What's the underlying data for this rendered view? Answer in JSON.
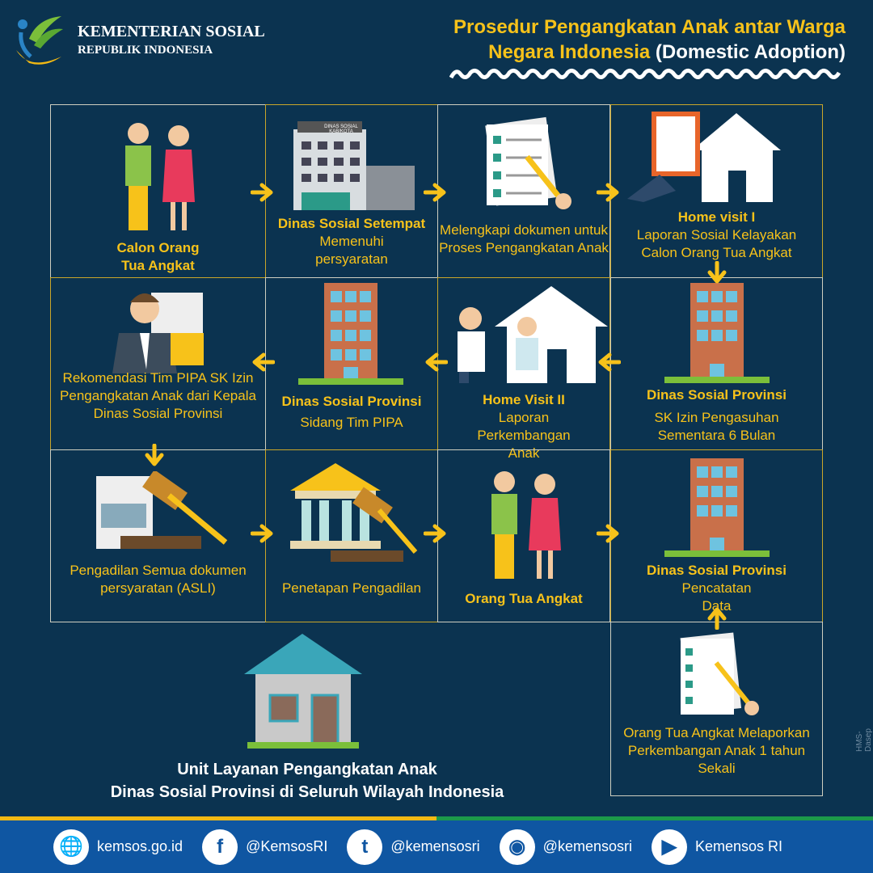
{
  "header": {
    "org_line1": "KEMENTERIAN SOSIAL",
    "org_line2": "REPUBLIK INDONESIA",
    "title_yellow_1": "Prosedur Pengangkatan Anak antar Warga",
    "title_yellow_2": "Negara Indonesia",
    "title_white": "(Domestic Adoption)"
  },
  "colors": {
    "background": "#0b3350",
    "accent": "#f7c21a",
    "footer": "#0f56a2",
    "green": "#1c9a4a"
  },
  "steps": [
    {
      "bold": "Calon Orang Tua Angkat",
      "text": "",
      "icon": "couple-icon"
    },
    {
      "bold": "Dinas Sosial Setempat",
      "text": "Memenuhi persyaratan",
      "icon": "building-icon",
      "sign": "DINAS SOSIAL KAB/KOTA"
    },
    {
      "bold": "",
      "text": "Melengkapi dokumen untuk Proses Pengangkatan Anak",
      "icon": "document-icon"
    },
    {
      "bold": "Home visit I",
      "text": "Laporan Sosial Kelayakan Calon Orang Tua Angkat",
      "icon": "house-report-icon"
    },
    {
      "bold": "Dinas Sosial Provinsi",
      "text": "SK Izin Pengasuhan Sementara 6 Bulan",
      "icon": "tower-icon"
    },
    {
      "bold": "Home Visit II",
      "text": "Laporan Perkembangan Anak",
      "icon": "doctor-house-icon"
    },
    {
      "bold": "Dinas Sosial Provinsi",
      "text": "Sidang Tim PIPA",
      "icon": "tower-icon"
    },
    {
      "bold": "",
      "text": "Rekomendasi Tim PIPA SK Izin Pengangkatan Anak dari Kepala Dinas Sosial Provinsi",
      "icon": "official-icon"
    },
    {
      "bold": "",
      "text": "Pengadilan Semua dokumen persyaratan (ASLI)",
      "icon": "gavel-document-icon"
    },
    {
      "bold": "",
      "text": "Penetapan Pengadilan",
      "icon": "court-icon"
    },
    {
      "bold": "Orang Tua Angkat",
      "text": "",
      "icon": "couple-icon"
    },
    {
      "bold": "Dinas Sosial Provinsi",
      "text": "Pencatatan Data",
      "icon": "tower-icon"
    },
    {
      "bold": "",
      "text": "Orang Tua Angkat Melaporkan Perkembangan Anak 1 tahun Sekali",
      "icon": "document-icon"
    }
  ],
  "bottom": {
    "line1": "Unit Layanan Pengangkatan Anak",
    "line2": "Dinas Sosial Provinsi di Seluruh Wilayah Indonesia"
  },
  "watermark": "HMS-Dasep",
  "footer": [
    {
      "icon": "globe-icon",
      "label": "kemsos.go.id"
    },
    {
      "icon": "facebook-icon",
      "label": "@KemsosRI"
    },
    {
      "icon": "twitter-icon",
      "label": "@kemensosri"
    },
    {
      "icon": "instagram-icon",
      "label": "@kemensosri"
    },
    {
      "icon": "youtube-icon",
      "label": "Kemensos RI"
    }
  ]
}
